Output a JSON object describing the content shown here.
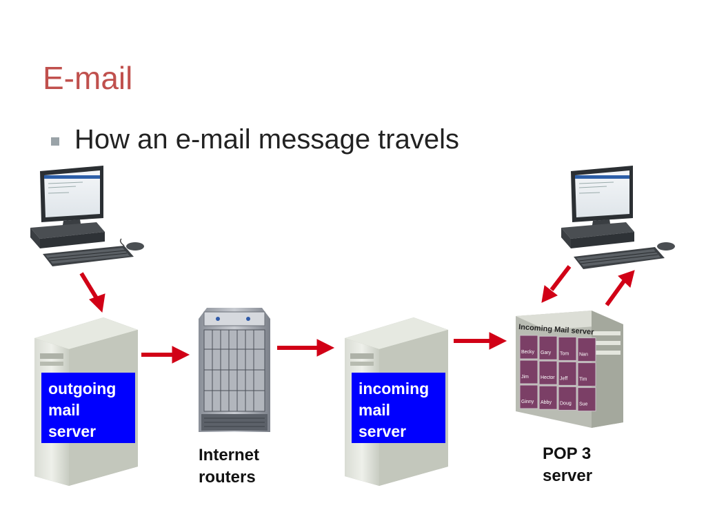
{
  "slide": {
    "title": "E-mail",
    "bullet": "How an e-mail message travels"
  },
  "diagram": {
    "outgoing_server_label": "outgoing\nmail\nserver",
    "incoming_server_label": "incoming\nmail\nserver",
    "routers_caption": "Internet\nrouters",
    "pop3_caption": "POP 3\nserver",
    "pop3_box_heading": "Incoming Mail server",
    "mailbox_names": [
      "Becky",
      "Gary",
      "Tom",
      "Nan",
      "Jim",
      "Hector",
      "Jeff",
      "Tim",
      "Ginny",
      "Abby",
      "Doug",
      "Sue"
    ],
    "colors": {
      "title": "#c0504d",
      "arrow": "#d10016",
      "label_bg": "#0000ff",
      "mailbox": "#7b3f66"
    },
    "icons": [
      "desktop-computer-icon",
      "tower-server-icon",
      "router-rack-icon",
      "mailbox-server-icon",
      "arrow-icon"
    ]
  }
}
